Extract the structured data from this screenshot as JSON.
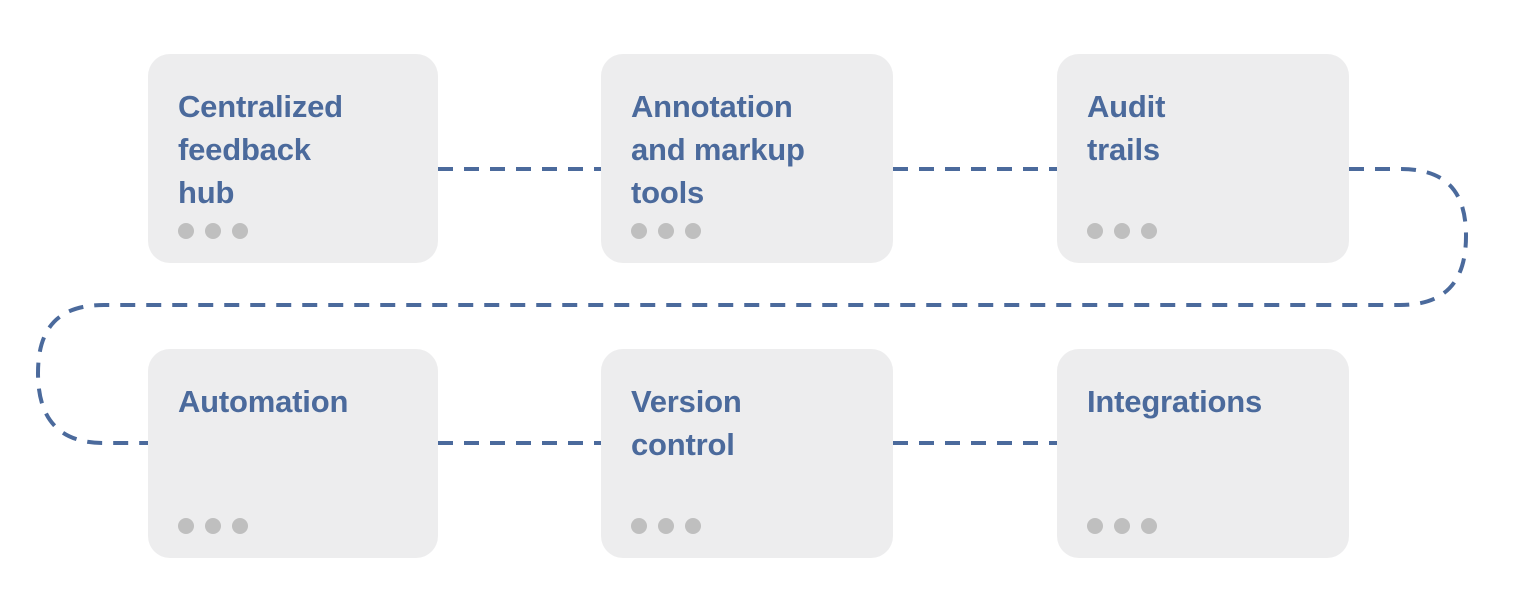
{
  "diagram": {
    "type": "serpentine-flow",
    "title": "",
    "colors": {
      "card_background": "#ededee",
      "card_title": "#4b6a9c",
      "connector": "#4b6a9c",
      "dot": "#bfbfbf",
      "page_background": "#ffffff"
    },
    "cards": [
      {
        "id": "centralized-feedback-hub",
        "title": "Centralized\nfeedback\nhub",
        "dots": 3,
        "row": 1,
        "column": 1
      },
      {
        "id": "annotation-and-markup-tools",
        "title": "Annotation\nand markup\ntools",
        "dots": 3,
        "row": 1,
        "column": 2
      },
      {
        "id": "audit-trails",
        "title": "Audit\ntrails",
        "dots": 3,
        "row": 1,
        "column": 3
      },
      {
        "id": "automation",
        "title": "Automation",
        "dots": 3,
        "row": 2,
        "column": 1
      },
      {
        "id": "version-control",
        "title": "Version\ncontrol",
        "dots": 3,
        "row": 2,
        "column": 2
      },
      {
        "id": "integrations",
        "title": "Integrations",
        "dots": 3,
        "row": 2,
        "column": 3
      }
    ],
    "connectors": [
      {
        "id": "connector-card1-card2",
        "style": "dashed",
        "shape": "horizontal"
      },
      {
        "id": "connector-card2-card3",
        "style": "dashed",
        "shape": "horizontal"
      },
      {
        "id": "connector-card3-card4-wrap",
        "style": "dashed",
        "shape": "serpentine-wrap"
      },
      {
        "id": "connector-card4-card5",
        "style": "dashed",
        "shape": "horizontal"
      },
      {
        "id": "connector-card5-card6",
        "style": "dashed",
        "shape": "horizontal"
      }
    ]
  }
}
